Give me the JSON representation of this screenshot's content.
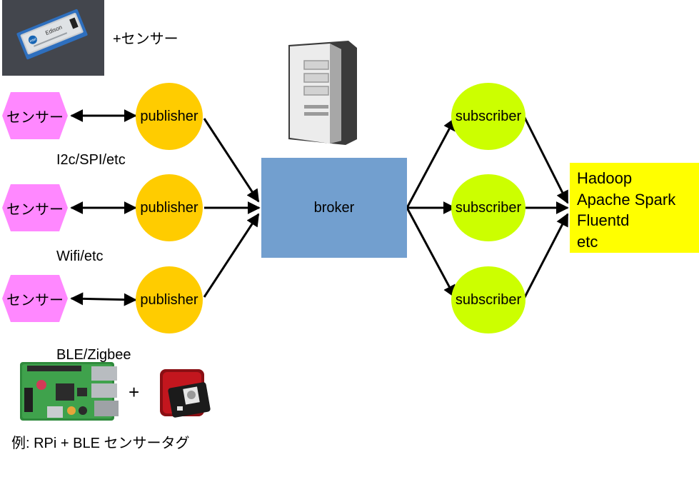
{
  "edison_caption": "+センサー",
  "sensor_label": "センサー",
  "publisher_label": "publisher",
  "subscriber_label": "subscriber",
  "broker_label": "broker",
  "links": {
    "i2c": "I2c/SPI/etc",
    "wifi": "Wifi/etc",
    "ble": "BLE/Zigbee"
  },
  "plus_sign": "+",
  "example_caption": "例: RPi + BLE センサータグ",
  "backends": [
    "Hadoop",
    "Apache Spark",
    "Fluentd",
    "etc"
  ],
  "board_text": {
    "intel_badge": "intel",
    "edison": "Edison"
  },
  "colors": {
    "sensor": "#ff88ff",
    "publisher": "#ffcc00",
    "subscriber": "#ccff00",
    "broker": "#729fcf",
    "backend": "#ffff00"
  }
}
